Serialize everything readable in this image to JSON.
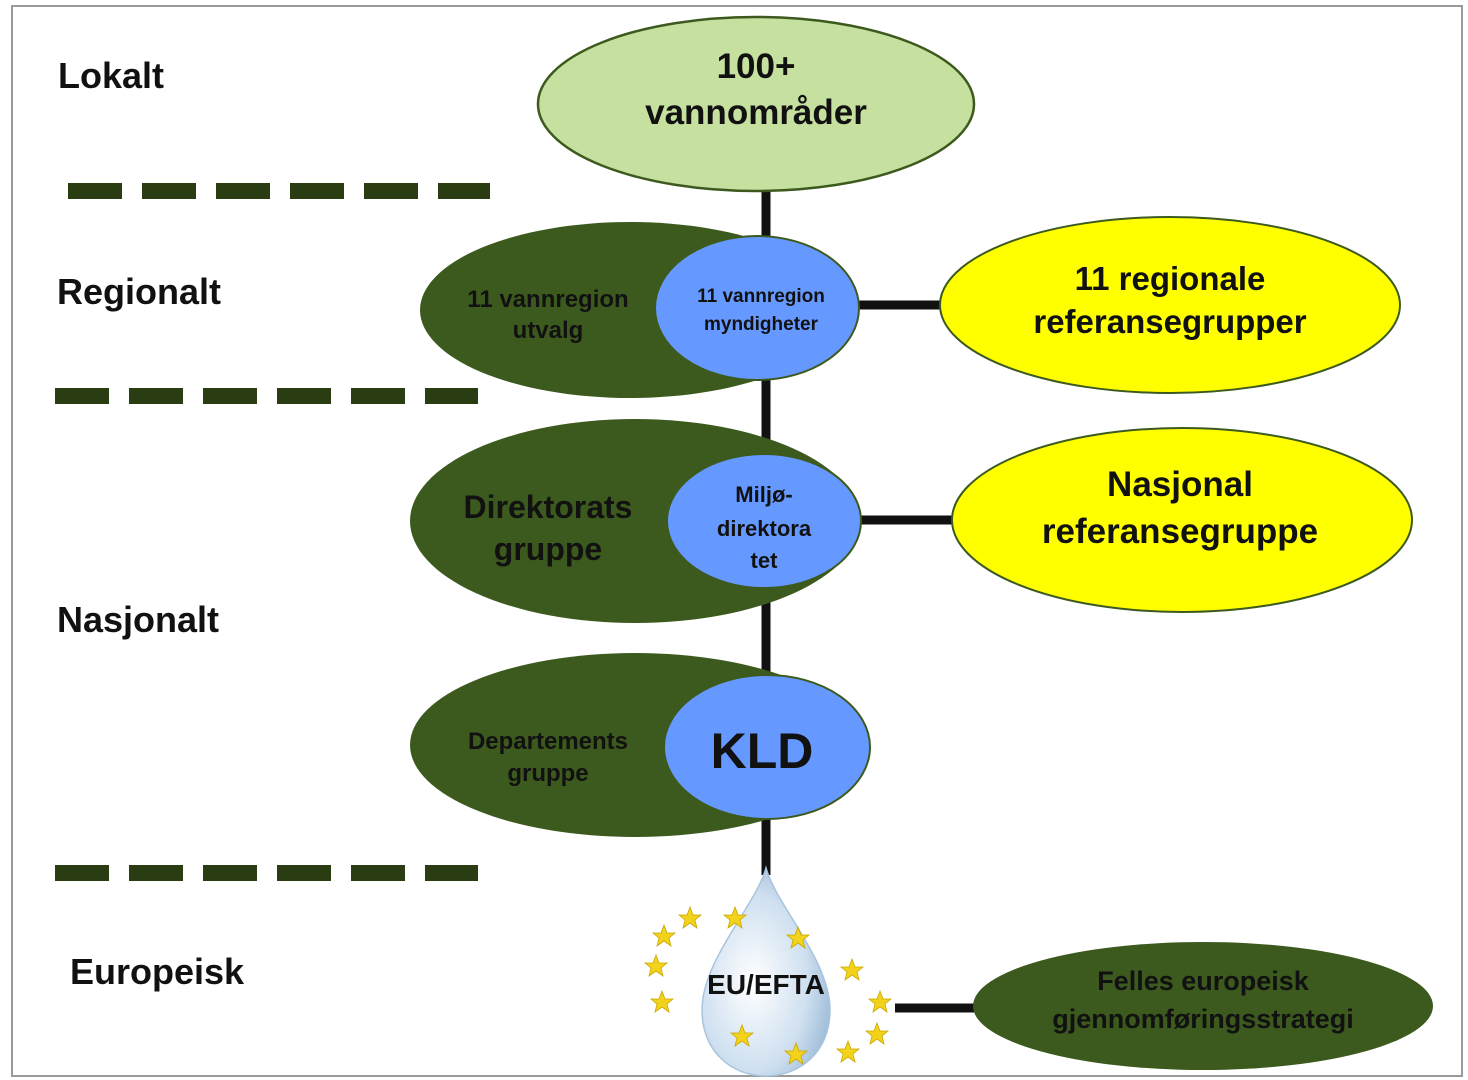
{
  "levels": {
    "lokalt": "Lokalt",
    "regionalt": "Regionalt",
    "nasjonalt": "Nasjonalt",
    "europeisk": "Europeisk"
  },
  "nodes": {
    "vannomrader": {
      "line1": "100+",
      "line2": "vannområder"
    },
    "vannregion_utvalg": {
      "line1": "11 vannregion",
      "line2": "utvalg"
    },
    "vannregion_myndigheter": {
      "line1": "11 vannregion",
      "line2": "myndigheter"
    },
    "regionale_referansegrupper": {
      "line1": "11 regionale",
      "line2": "referansegrupper"
    },
    "direktorats_gruppe": {
      "line1": "Direktorats",
      "line2": "gruppe"
    },
    "miljodirektoratet": {
      "line1": "Miljø-",
      "line2": "direktora",
      "line3": "tet"
    },
    "nasjonal_referansegruppe": {
      "line1": "Nasjonal",
      "line2": "referansegruppe"
    },
    "departements_gruppe": {
      "line1": "Departements",
      "line2": "gruppe"
    },
    "kld": "KLD",
    "eu_efta": "EU/EFTA",
    "felles_strategi": {
      "line1": "Felles europeisk",
      "line2": "gjennomføringsstrategi"
    }
  },
  "colors": {
    "dark_green": "#3d5a1e",
    "light_green": "#c6e0a0",
    "blue": "#6699ff",
    "yellow": "#ffff00",
    "connector": "#111111",
    "divider": "#2a3d12"
  }
}
